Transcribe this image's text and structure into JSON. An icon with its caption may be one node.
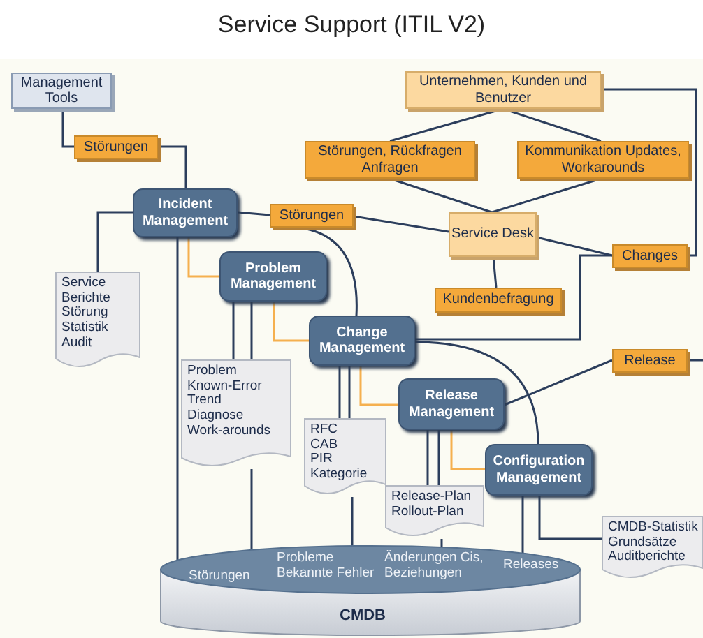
{
  "diagram": {
    "title": "Service Support (ITIL V2)",
    "nodes": [
      {
        "text": [
          "Management Tools"
        ]
      },
      {
        "text": [
          "Störungen"
        ]
      },
      {
        "text": [
          "Unternehmen, Kunden und Benutzer"
        ]
      },
      {
        "text": [
          "Störungen, Rückfragen Anfragen"
        ]
      },
      {
        "text": [
          "Kommunikation Updates, Workarounds"
        ]
      },
      {
        "text": [
          "Incident Management"
        ]
      },
      {
        "text": [
          "Störungen"
        ]
      },
      {
        "text": [
          "Service Desk"
        ]
      },
      {
        "text": [
          "Changes"
        ]
      },
      {
        "text": [
          "Service",
          "Berichte",
          "Störung",
          "Statistik",
          "Audit"
        ]
      },
      {
        "text": [
          "Problem Management"
        ]
      },
      {
        "text": [
          "Kundenbefragung"
        ]
      },
      {
        "text": [
          "Change Management"
        ]
      },
      {
        "text": [
          "Release"
        ]
      },
      {
        "text": [
          "Problem",
          "Known-Error",
          "Trend",
          "Diagnose",
          "Work-arounds"
        ]
      },
      {
        "text": [
          "Release Management"
        ]
      },
      {
        "text": [
          "RFC",
          "CAB",
          "PIR",
          "Kategorie"
        ]
      },
      {
        "text": [
          "Configuration Management"
        ]
      },
      {
        "text": [
          "Release-Plan",
          "Rollout-Plan"
        ]
      },
      {
        "text": [
          "CMDB-Statistik",
          "Grundsätze",
          "Auditberichte"
        ]
      },
      {
        "text": [
          "Störungen",
          "Probleme Bekannte Fehler",
          "Änderungen Cis, Beziehungen",
          "Releases",
          "CMDB"
        ]
      }
    ],
    "edges": [
      {
        "from": 0,
        "to": 1,
        "arrow": "none"
      },
      {
        "from": 1,
        "to": 5,
        "arrow": "none"
      },
      {
        "from": 2,
        "to": 3,
        "arrow": "none"
      },
      {
        "from": 2,
        "to": 4,
        "arrow": "none"
      },
      {
        "from": 3,
        "to": 7,
        "arrow": "none"
      },
      {
        "from": 4,
        "to": 7,
        "arrow": "none"
      },
      {
        "from": 2,
        "to": 8,
        "arrow": "none"
      },
      {
        "from": 5,
        "to": 6,
        "arrow": "none"
      },
      {
        "from": 6,
        "to": 7,
        "arrow": "none"
      },
      {
        "from": 7,
        "to": 8,
        "arrow": "none"
      },
      {
        "from": 7,
        "to": 11,
        "arrow": "none"
      },
      {
        "from": 8,
        "to": 12,
        "arrow": "none"
      },
      {
        "from": 13,
        "to": 15,
        "arrow": "none"
      },
      {
        "from": 13,
        "to": null,
        "arrow": "none"
      },
      {
        "from": 5,
        "to": 9,
        "arrow": "none"
      },
      {
        "from": 5,
        "to": 10,
        "arrow": "none",
        "color": "#f5b04f"
      },
      {
        "from": 5,
        "to": 20,
        "arrow": "none"
      },
      {
        "from": 10,
        "to": 12,
        "arrow": "none",
        "color": "#f5b04f"
      },
      {
        "from": 12,
        "to": 15,
        "arrow": "none",
        "color": "#f5b04f"
      },
      {
        "from": 15,
        "to": 17,
        "arrow": "none",
        "color": "#f5b04f"
      },
      {
        "from": 10,
        "to": 14,
        "arrow": "none"
      },
      {
        "from": 10,
        "to": 14,
        "arrow": "none"
      },
      {
        "from": 14,
        "to": 20,
        "arrow": "none"
      },
      {
        "from": 12,
        "to": 16,
        "arrow": "none"
      },
      {
        "from": 12,
        "to": 16,
        "arrow": "none"
      },
      {
        "from": 16,
        "to": 20,
        "arrow": "none"
      },
      {
        "from": 15,
        "to": 18,
        "arrow": "none"
      },
      {
        "from": 15,
        "to": 18,
        "arrow": "none"
      },
      {
        "from": 18,
        "to": 20,
        "arrow": "none"
      },
      {
        "from": 17,
        "to": 20,
        "arrow": "none"
      },
      {
        "from": 17,
        "to": 19,
        "arrow": "none"
      },
      {
        "from": 6,
        "to": 12,
        "arrow": "none"
      },
      {
        "from": 12,
        "to": 17,
        "arrow": "none"
      }
    ]
  }
}
